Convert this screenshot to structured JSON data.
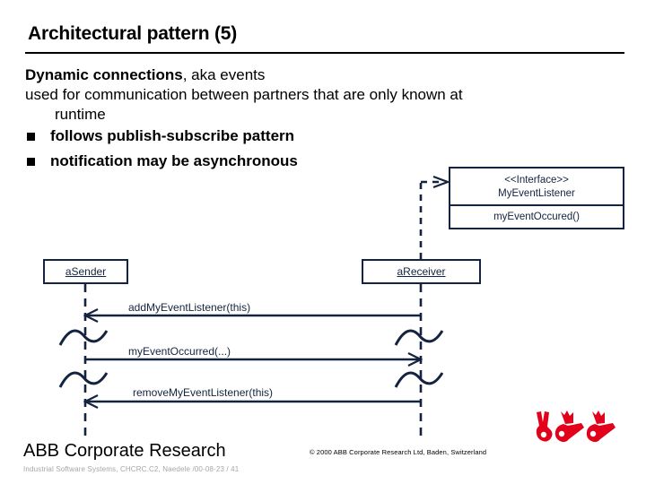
{
  "slide": {
    "title": "Architectural pattern (5)",
    "body": {
      "lead_bold": "Dynamic connections",
      "lead_rest": ", aka events",
      "paragraph": "used for communication between partners that are only known at",
      "paragraph_indent": "runtime",
      "bullets": [
        {
          "marker": "filled-square",
          "label": "follows publish-subscribe pattern"
        },
        {
          "marker": "filled-square",
          "label": "notification may be asynchronous"
        }
      ]
    },
    "diagram": {
      "type": "uml-sequence-with-interface",
      "interface": {
        "stereotype": "<<Interface>>",
        "name": "MyEventListener",
        "operations": "myEventOccured()",
        "realized_by": "aReceiver",
        "connector": "dashed-realization-arrow"
      },
      "lifelines": [
        {
          "id": "sender",
          "label": "aSender",
          "style": "dashed"
        },
        {
          "id": "receiver",
          "label": "aReceiver",
          "style": "dashed"
        }
      ],
      "messages": [
        {
          "label": "addMyEventListener(this)",
          "from": "receiver",
          "to": "sender",
          "direction": "left"
        },
        {
          "label": "myEventOccurred(...)",
          "from": "sender",
          "to": "receiver",
          "direction": "right"
        },
        {
          "label": "removeMyEventListener(this)",
          "from": "receiver",
          "to": "sender",
          "direction": "left"
        }
      ],
      "time_break_markers": 4,
      "line_color": "#14233f"
    },
    "footer": {
      "brand": "ABB Corporate Research",
      "subtitle": "Industrial Software Systems, CHCRC.C2, Naedele /00-08-23 / 41",
      "copyright": "© 2000 ABB Corporate Research Ltd, Baden, Switzerland",
      "logo_color": "#e3001b",
      "logo_name": "abb-logo"
    }
  }
}
